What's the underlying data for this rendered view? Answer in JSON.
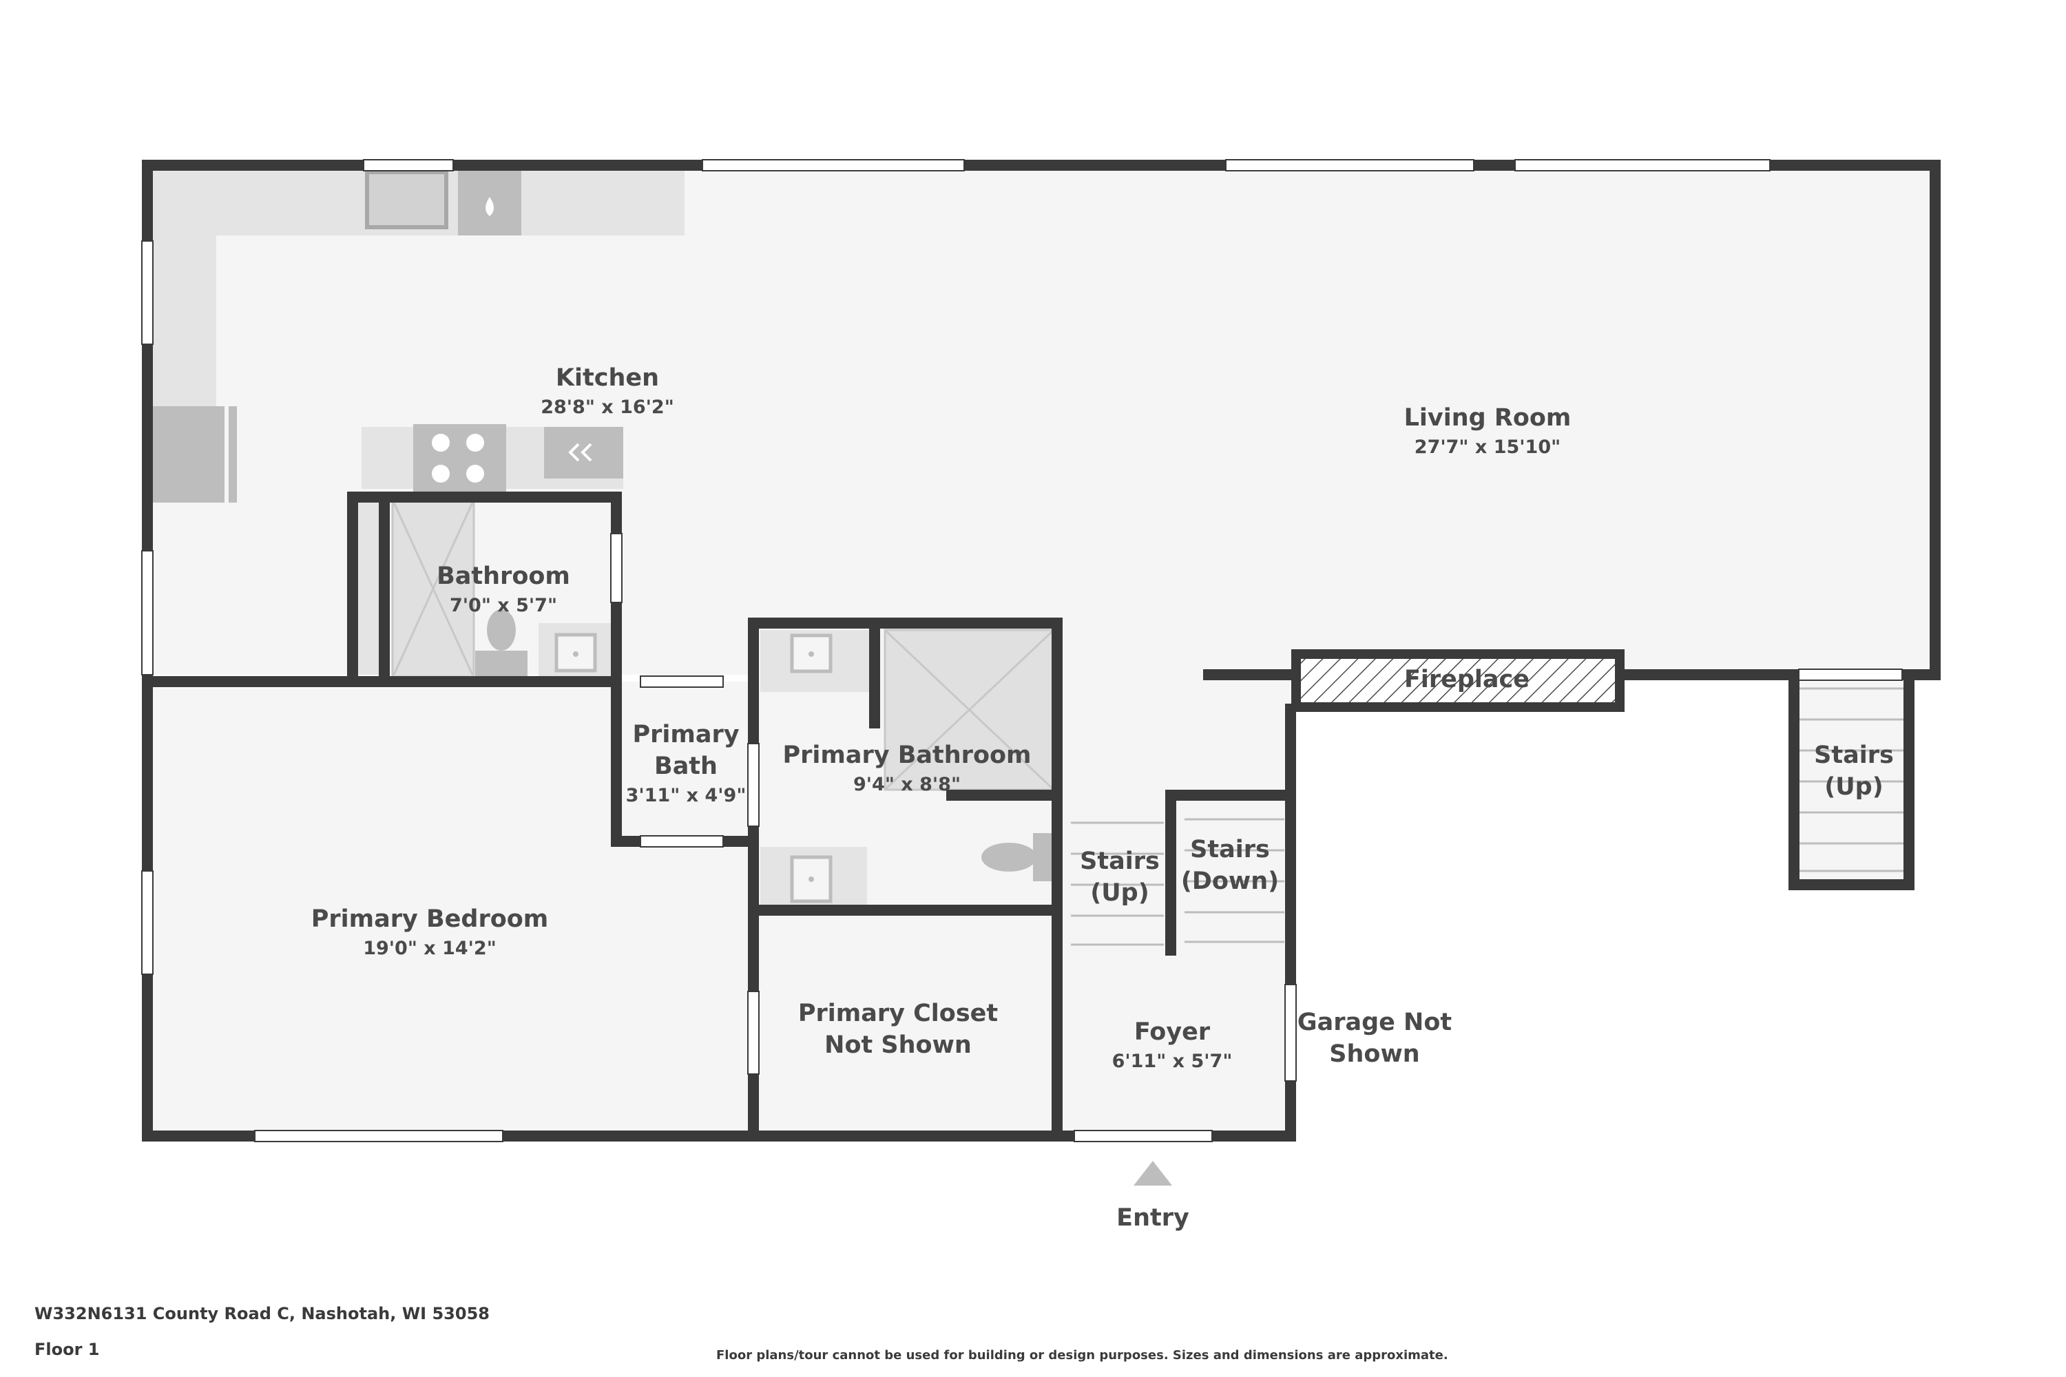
{
  "address": "W332N6131 County Road C, Nashotah, WI 53058",
  "floor": "Floor 1",
  "disclaimer": "Floor plans/tour cannot be used for building or design purposes. Sizes and dimensions are approximate.",
  "entry_label": "Entry",
  "rooms": {
    "kitchen": {
      "name": "Kitchen",
      "dims": "28'8\" x 16'2\""
    },
    "living_room": {
      "name": "Living Room",
      "dims": "27'7\" x 15'10\""
    },
    "bathroom": {
      "name": "Bathroom",
      "dims": "7'0\" x 5'7\""
    },
    "primary_bath": {
      "name_line1": "Primary",
      "name_line2": "Bath",
      "dims": "3'11\" x 4'9\""
    },
    "primary_bathroom": {
      "name": "Primary Bathroom",
      "dims": "9'4\" x 8'8\""
    },
    "primary_bedroom": {
      "name": "Primary Bedroom",
      "dims": "19'0\" x 14'2\""
    },
    "primary_closet": {
      "name_line1": "Primary Closet",
      "name_line2": "Not Shown"
    },
    "foyer": {
      "name": "Foyer",
      "dims": "6'11\" x 5'7\""
    },
    "fireplace": {
      "name": "Fireplace"
    },
    "stairs_up_center": {
      "line1": "Stairs",
      "line2": "(Up)"
    },
    "stairs_down": {
      "line1": "Stairs",
      "line2": "(Down)"
    },
    "stairs_up_right": {
      "line1": "Stairs",
      "line2": "(Up)"
    },
    "garage": {
      "line1": "Garage Not",
      "line2": "Shown"
    }
  },
  "colors": {
    "wall": "#3a3a3a",
    "floor": "#f5f5f5",
    "fixture": "#bdbdbd",
    "counter": "#e4e4e4",
    "label": "#4a4a4a"
  }
}
